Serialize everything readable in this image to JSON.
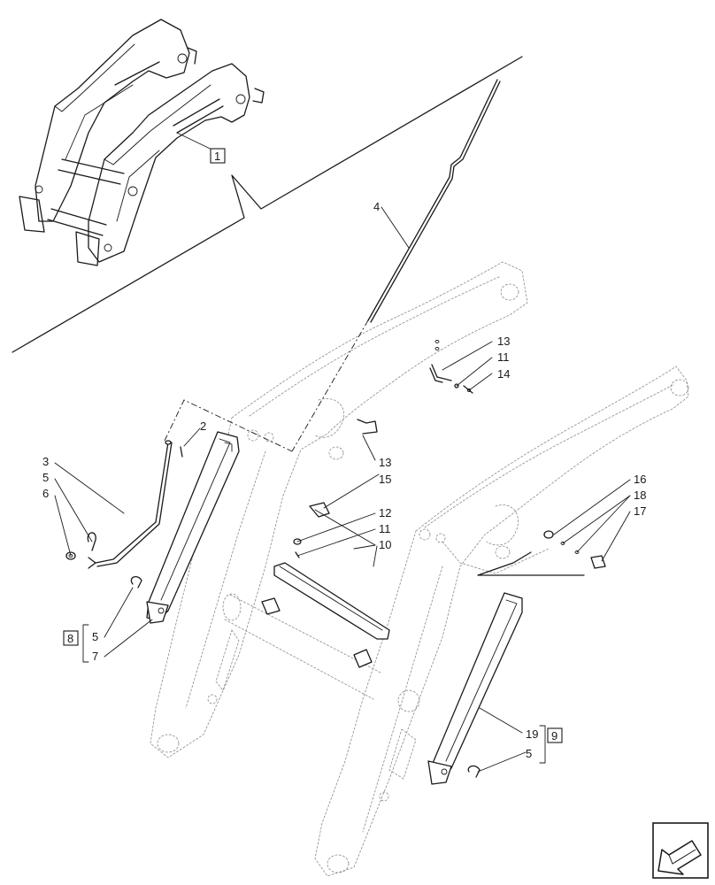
{
  "callouts": {
    "c1": "1",
    "c2": "2",
    "c3": "3",
    "c4": "4",
    "c5a": "5",
    "c5b": "5",
    "c5c": "5",
    "c6": "6",
    "c7": "7",
    "c8": "8",
    "c9": "9",
    "c10": "10",
    "c11a": "11",
    "c11b": "11",
    "c12": "12",
    "c13a": "13",
    "c13b": "13",
    "c14": "14",
    "c15": "15",
    "c16": "16",
    "c17": "17",
    "c18": "18",
    "c19": "19"
  },
  "nav": {
    "icon": "back-arrow-icon"
  }
}
